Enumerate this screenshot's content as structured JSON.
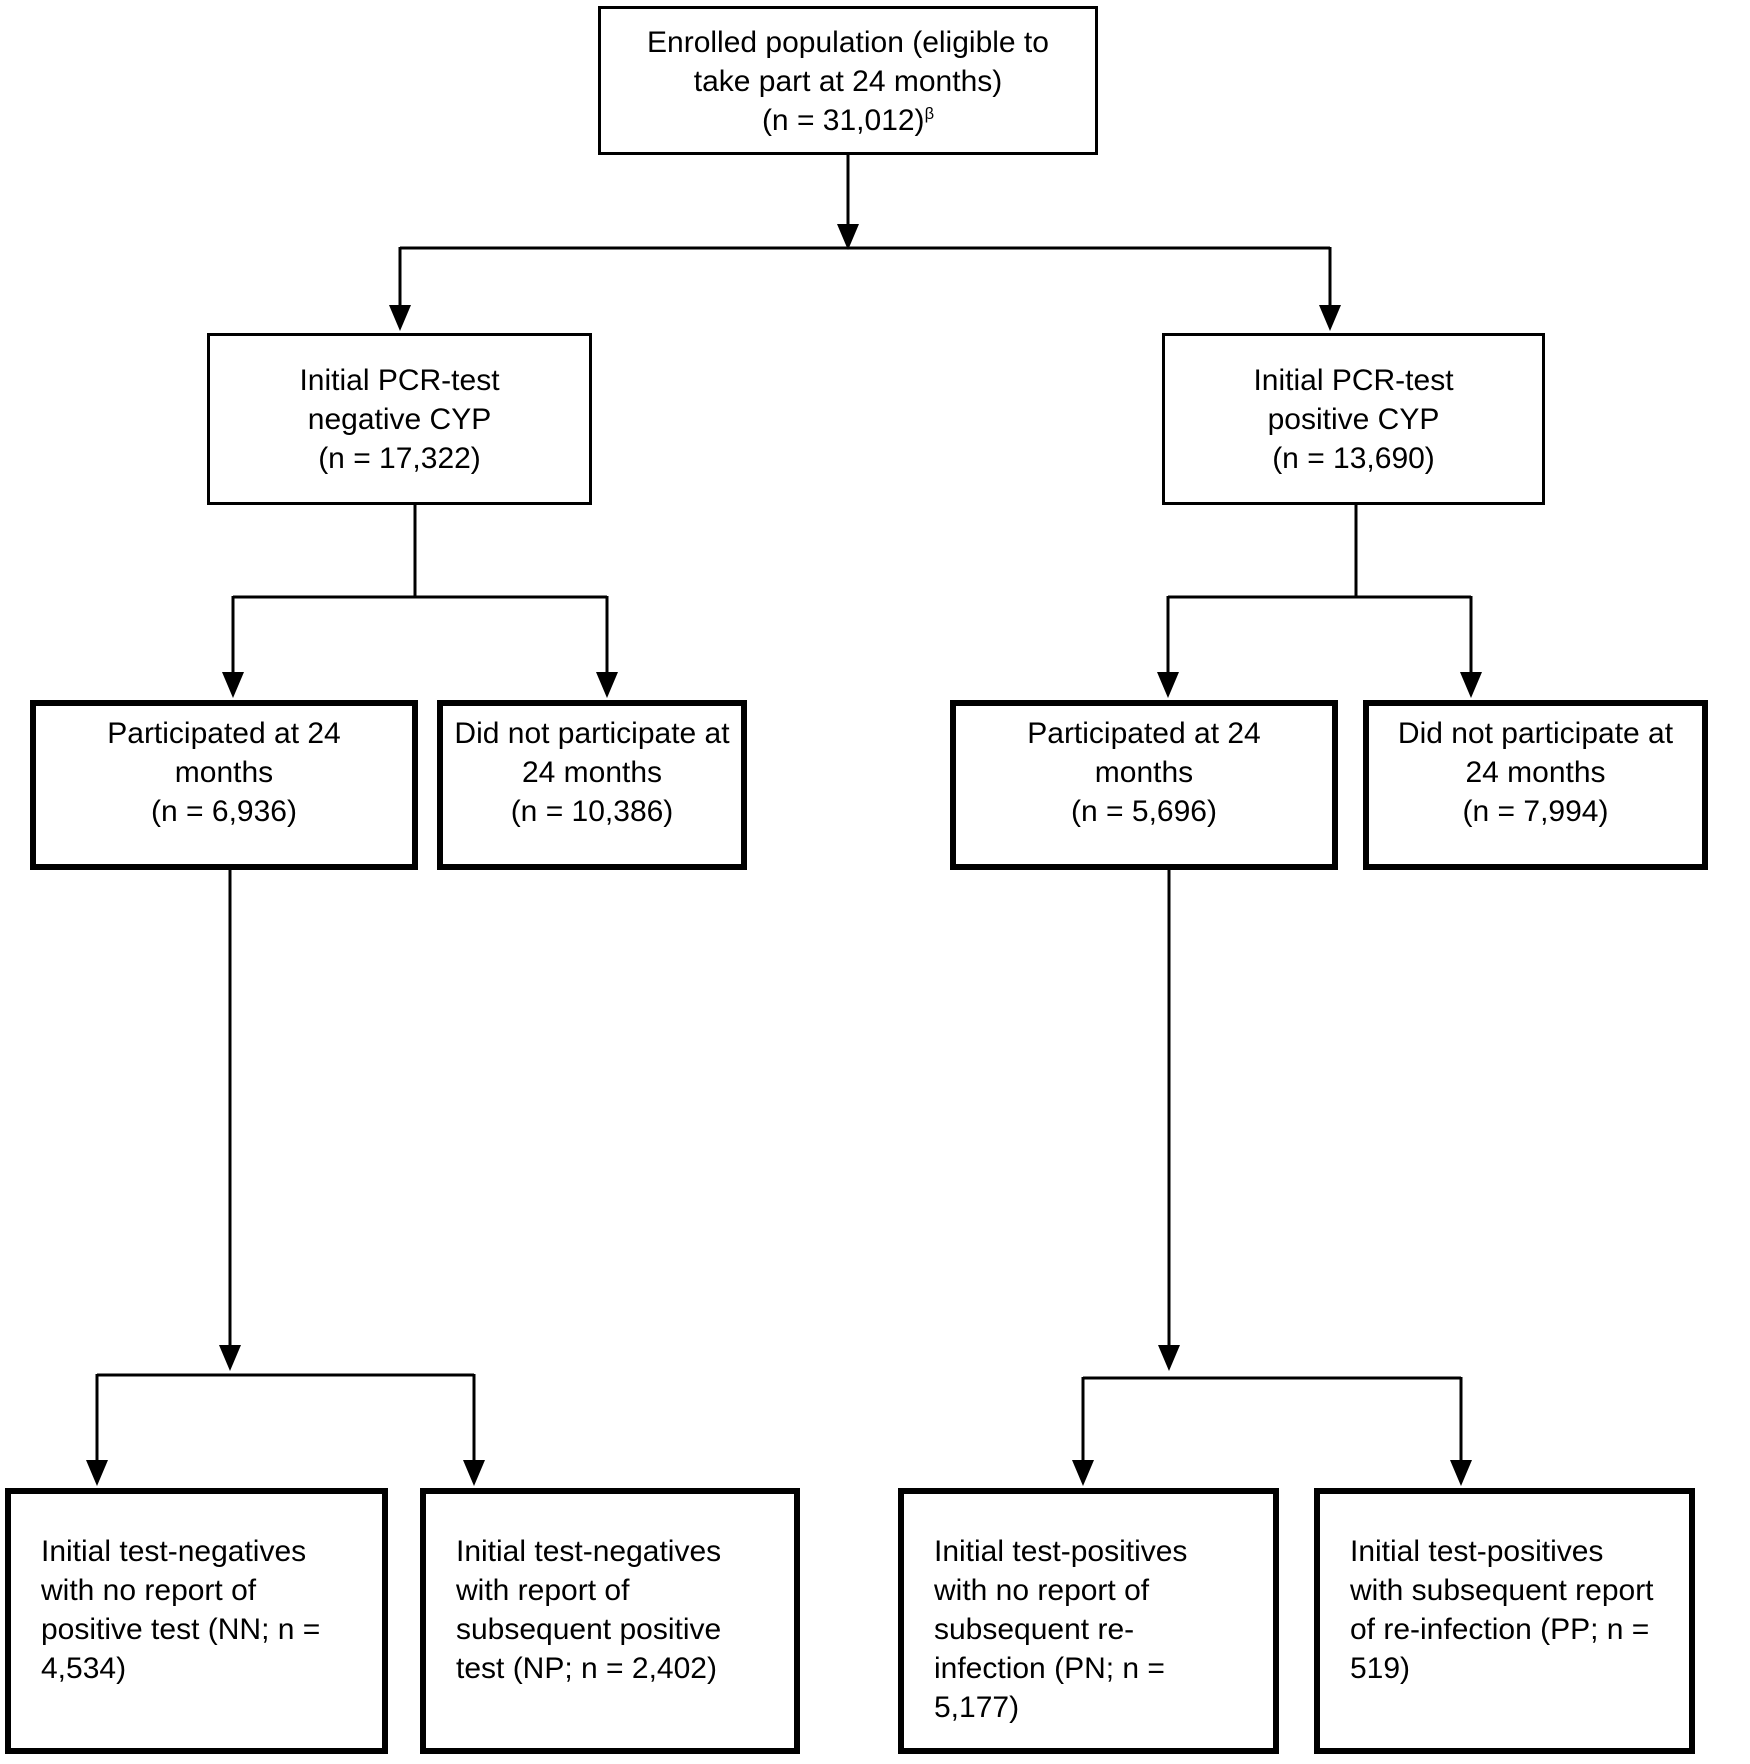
{
  "diagram": {
    "description": "Participant flow chart at 24 months",
    "colors": {
      "background": "#ffffff",
      "line": "#000000",
      "text": "#000000",
      "box_border": "#000000"
    },
    "boxes": {
      "enrolled": {
        "lines": [
          "Enrolled population (eligible to",
          "take part at 24 months)",
          "(n = 31,012)"
        ],
        "superscript": "β",
        "n": 31012
      },
      "initial_negative": {
        "lines": [
          "Initial PCR-test",
          "negative CYP",
          "(n = 17,322)"
        ],
        "n": 17322
      },
      "initial_positive": {
        "lines": [
          "Initial PCR-test",
          "positive CYP",
          "(n = 13,690)"
        ],
        "n": 13690
      },
      "negative_participated": {
        "lines": [
          "Participated at 24",
          "months",
          "(n = 6,936)"
        ],
        "n": 6936
      },
      "negative_not_participated": {
        "lines": [
          "Did not participate at",
          "24 months",
          "(n = 10,386)"
        ],
        "n": 10386
      },
      "positive_participated": {
        "lines": [
          "Participated at 24",
          "months",
          "(n = 5,696)"
        ],
        "n": 5696
      },
      "positive_not_participated": {
        "lines": [
          "Did not participate at",
          "24 months",
          "(n = 7,994)"
        ],
        "n": 7994
      },
      "nn": {
        "lines": [
          "Initial test-negatives",
          "with no report of",
          "positive test (NN; n =",
          "4,534)"
        ],
        "n": 4534
      },
      "np": {
        "lines": [
          "Initial test-negatives",
          "with report of",
          "subsequent positive",
          "test (NP; n = 2,402)"
        ],
        "n": 2402
      },
      "pn": {
        "lines": [
          "Initial test-positives",
          "with no report of",
          "subsequent re-",
          "infection (PN; n =",
          "5,177)"
        ],
        "n": 5177
      },
      "pp": {
        "lines": [
          "Initial test-positives",
          "with subsequent report",
          "of re-infection (PP; n =",
          "519)"
        ],
        "n": 519
      }
    }
  }
}
